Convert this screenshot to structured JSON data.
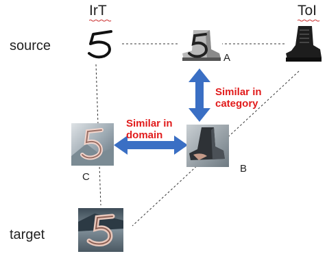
{
  "columns": {
    "irt": "IrT",
    "toi": "ToI"
  },
  "rows": {
    "source": "source",
    "target": "target"
  },
  "points": {
    "a": "A",
    "b": "B",
    "c": "C"
  },
  "annotations": {
    "category_line1": "Similar in",
    "category_line2": "category",
    "domain_line1": "Similar in",
    "domain_line2": "domain"
  },
  "colors": {
    "arrow": "#3a6fc4",
    "annotation": "#e11b1b",
    "dashed_line": "#333333",
    "squiggle": "#cc3333"
  },
  "images": [
    "handwritten-digit-5",
    "boot-with-digit-5",
    "black-ankle-boot",
    "digit-5-on-photo-background",
    "boot-on-photo-background",
    "digit-5-target-domain"
  ]
}
